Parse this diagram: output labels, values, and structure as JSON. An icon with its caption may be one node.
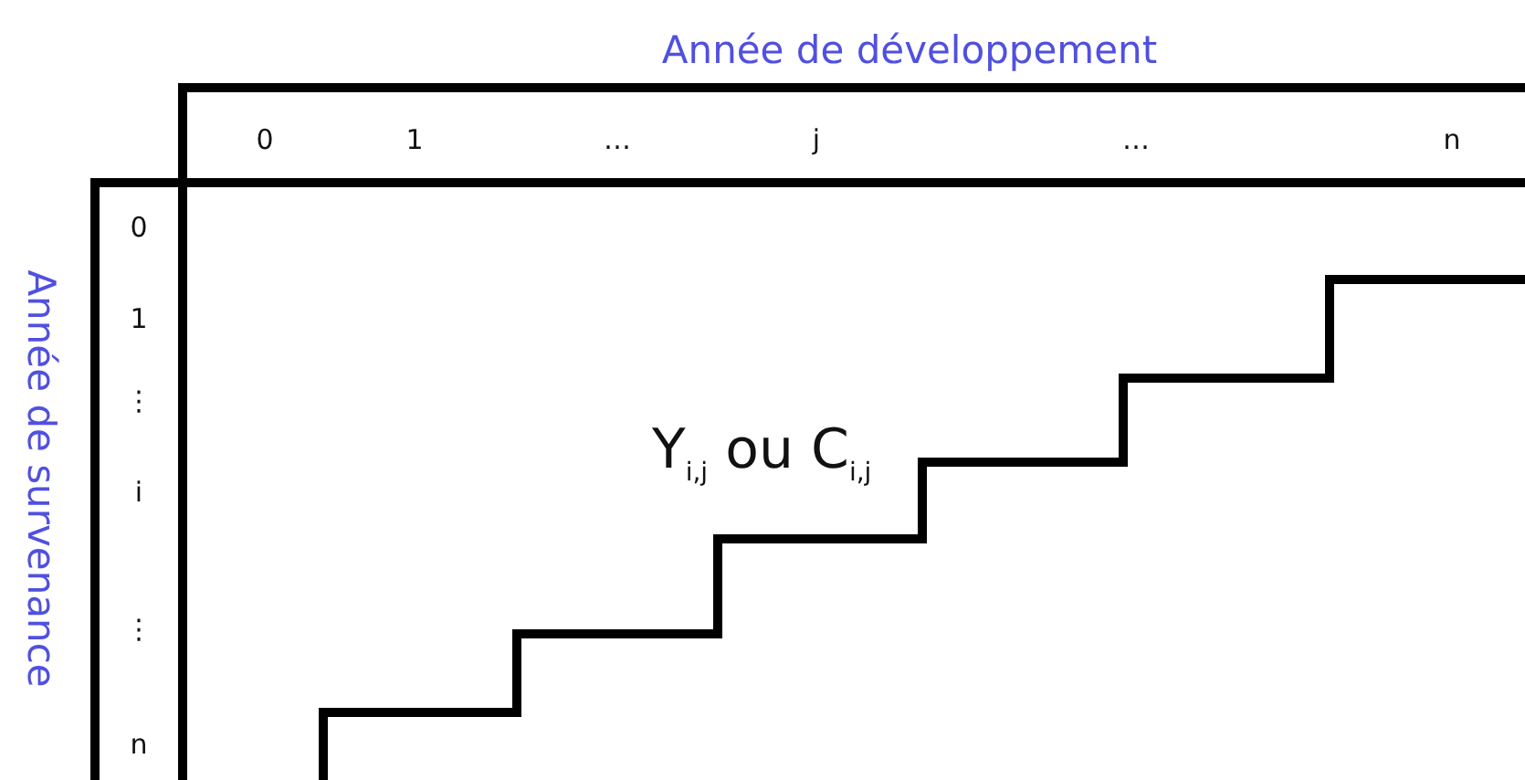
{
  "diagram": {
    "labels": [
      "Année de développement",
      "0",
      "1",
      "…",
      "j",
      "…",
      "n",
      "Année de survenance",
      "0",
      "1",
      "⋮",
      "i",
      "⋮",
      "n",
      "Y$_{i,j}$ ou C$_{i,j}$"
    ]
  }
}
